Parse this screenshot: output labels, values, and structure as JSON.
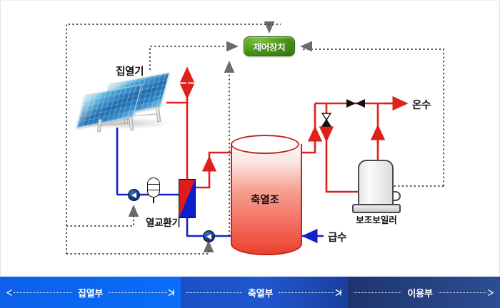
{
  "diagram": {
    "title_alt": "Solar thermal hot water system schematic",
    "labels": {
      "collector": "집열기",
      "controller": "제어장치",
      "heat_exchanger": "열교환기",
      "storage_tank": "축열조",
      "auxiliary_boiler": "보조보일러",
      "hot_water": "온수",
      "feed_water": "급수"
    },
    "colors": {
      "hot_pipe": "#e0201a",
      "cold_pipe": "#1423c8",
      "controller_green": "#4f9c18",
      "tank_red": "#e8402e",
      "panel_blue": "#1d69ae",
      "control_signal": "#555555"
    },
    "components": [
      {
        "name": "collector",
        "label": "집열기",
        "type": "solar-collector-array"
      },
      {
        "name": "controller",
        "label": "제어장치",
        "type": "control-unit"
      },
      {
        "name": "heat-exchanger",
        "label": "열교환기",
        "type": "plate-heat-exchanger"
      },
      {
        "name": "expansion-tank",
        "label": "",
        "type": "expansion-vessel"
      },
      {
        "name": "storage-tank",
        "label": "축열조",
        "type": "thermal-storage-tank"
      },
      {
        "name": "auxiliary-boiler",
        "label": "보조보일러",
        "type": "backup-boiler"
      },
      {
        "name": "pump-collector-loop",
        "label": "",
        "type": "circulation-pump"
      },
      {
        "name": "pump-storage-loop",
        "label": "",
        "type": "circulation-pump"
      },
      {
        "name": "valve-hot-water",
        "label": "",
        "type": "gate-valve"
      },
      {
        "name": "valve-mixing",
        "label": "",
        "type": "gate-valve"
      }
    ],
    "flows": [
      {
        "name": "hot-water-outlet",
        "label": "온수",
        "direction": "right",
        "color": "#e0201a"
      },
      {
        "name": "feed-water-inlet",
        "label": "급수",
        "direction": "left",
        "color": "#1423c8"
      }
    ]
  },
  "legend": {
    "segments": [
      {
        "name": "collection-stage",
        "label": "집열부",
        "left_cap": "arrow-left",
        "right_cap": "cross"
      },
      {
        "name": "storage-stage",
        "label": "축열부",
        "left_cap": "none",
        "right_cap": "cross"
      },
      {
        "name": "utilization-stage",
        "label": "이용부",
        "left_cap": "none",
        "right_cap": "arrow-right"
      }
    ]
  }
}
